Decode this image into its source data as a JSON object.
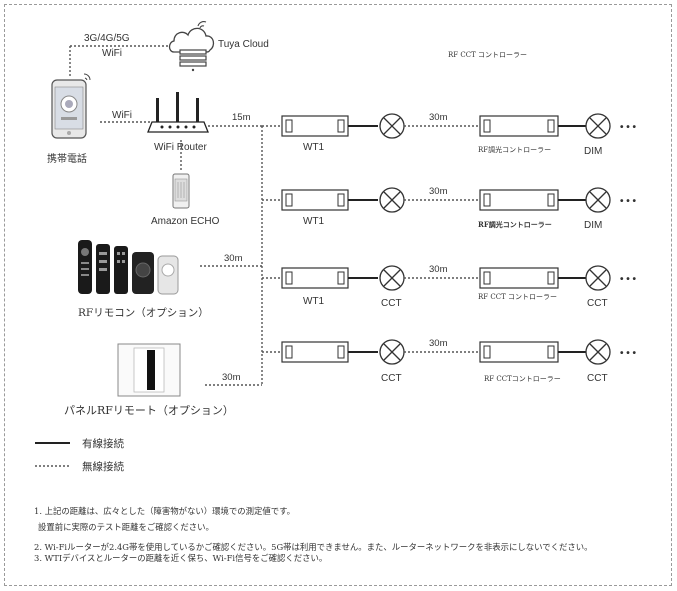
{
  "top": {
    "network_label": "3G/4G/5G",
    "wifi_label_top": "WiFi",
    "cloud_label": "Tuya Cloud",
    "wifi_label_phone": "WiFi",
    "phone_label": "携帯電話",
    "router_label": "WiFi Router",
    "echo_label": "Amazon ECHO",
    "distance_router": "15m",
    "remote_label": "RFリモコン（オプション）",
    "panel_label": "パネルRFリモート（オプション）",
    "distance_remote": "30m",
    "distance_panel": "30m",
    "section_title": "RF CCT コントローラー"
  },
  "rows": [
    {
      "left_label": "WT1",
      "lamp1_label": "",
      "distance": "30m",
      "controller_label": "RF調光コントローラー",
      "lamp2_label": "DIM",
      "more": "• • •"
    },
    {
      "left_label": "WT1",
      "lamp1_label": "",
      "distance": "30m",
      "controller_label": "RF調光コントローラー",
      "lamp2_label": "DIM",
      "more": "• • •"
    },
    {
      "left_label": "WT1",
      "lamp1_label": "CCT",
      "distance": "30m",
      "controller_label": "RF CCT コントローラー",
      "lamp2_label": "CCT",
      "more": "• • •"
    },
    {
      "left_label": "",
      "lamp1_label": "CCT",
      "distance": "30m",
      "controller_label": "RF CCTコントローラー",
      "lamp2_label": "CCT",
      "more": "• • •"
    }
  ],
  "legend": {
    "wired": "有線接続",
    "wireless": "無線接続"
  },
  "notes": [
    "1. 上記の距離は、広々とした（障害物がない）環境での測定値です。",
    "設置前に実際のテスト距離をご確認ください。",
    "2. Wi-Fiルーターが2.4G帯を使用しているかご確認ください。5G帯は利用できません。また、ルーターネットワークを非表示にしないでください。",
    "3. WTIデバイスとルーターの距離を近く保ち、Wi-Fi信号をご確認ください。"
  ],
  "colors": {
    "line": "#333333",
    "text": "#333333",
    "dashed": "#555555"
  }
}
